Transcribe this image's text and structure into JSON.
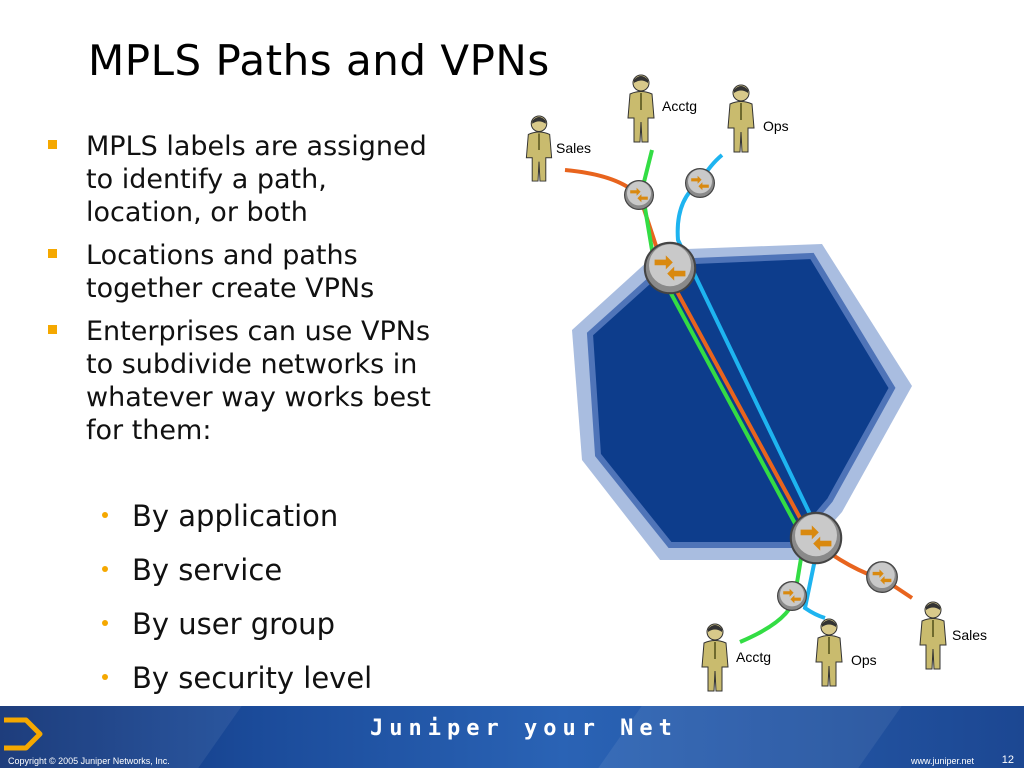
{
  "slide": {
    "title": "MPLS Paths and VPNs",
    "bullets": [
      "MPLS labels are assigned to identify a path, location, or both",
      "Locations and paths together create VPNs",
      "Enterprises can use VPNs to subdivide networks in whatever way works best for them:"
    ],
    "sub_bullets": [
      "By application",
      "By service",
      "By user group",
      "By security level"
    ]
  },
  "diagram": {
    "top_labels": {
      "sales": "Sales",
      "acctg": "Acctg",
      "ops": "Ops"
    },
    "bottom_labels": {
      "acctg": "Acctg",
      "ops": "Ops",
      "sales": "Sales"
    },
    "colors": {
      "sales_path": "#e8641e",
      "acctg_path": "#33dd44",
      "ops_path": "#1eb4f0",
      "network_fill": "#0d3d8c",
      "bullet": "#f5a800"
    },
    "icons": [
      "person-icon",
      "router-icon",
      "network-cloud-icon"
    ]
  },
  "footer": {
    "brand": "Juniper your Net",
    "copyright": "Copyright © 2005 Juniper Networks, Inc.",
    "url": "www.juniper.net",
    "page_number": "12"
  }
}
